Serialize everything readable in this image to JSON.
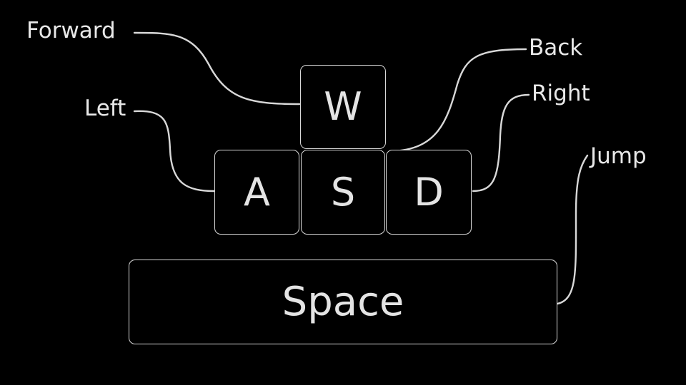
{
  "colors": {
    "background": "#000000",
    "foreground": "#e8e8e8",
    "outline": "#d8d8d8"
  },
  "keys": {
    "w": "W",
    "a": "A",
    "s": "S",
    "d": "D",
    "space": "Space"
  },
  "callouts": {
    "forward": "Forward",
    "left": "Left",
    "back": "Back",
    "right": "Right",
    "jump": "Jump"
  }
}
